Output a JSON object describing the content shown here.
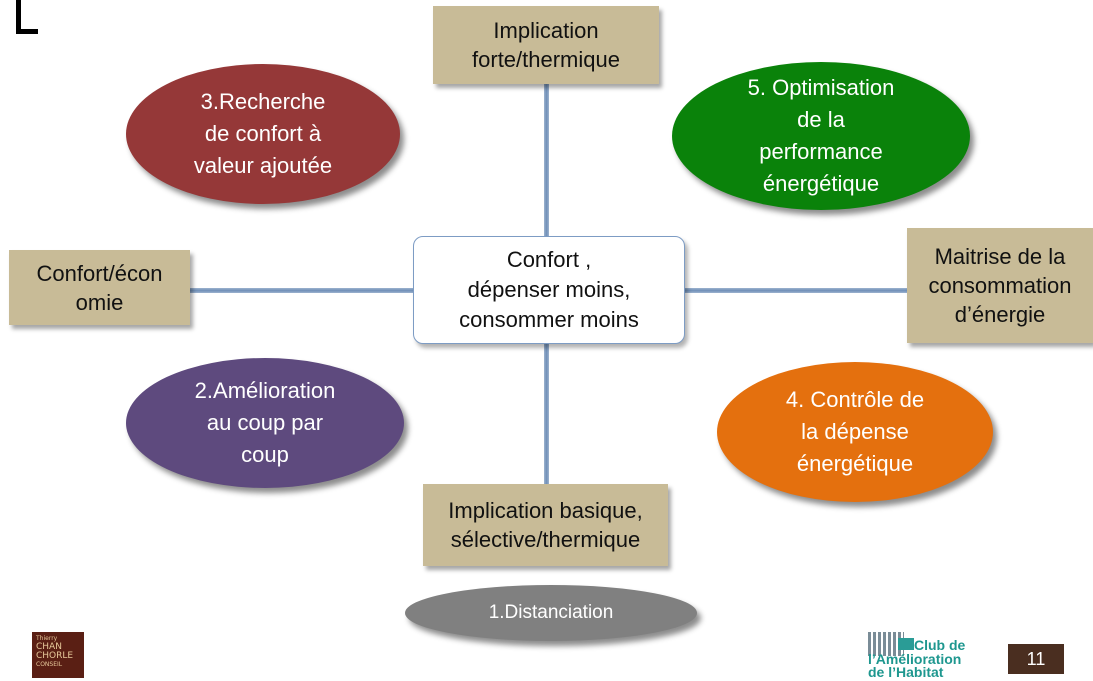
{
  "center": {
    "label": "Confort ,\ndépenser moins,\nconsommer moins"
  },
  "axes": {
    "top": "Implication\nforte/thermique",
    "bottom": "Implication basique,\nsélective/thermique",
    "left": "Confort/écon\nomie",
    "right": "Maitrise de la\nconsommation\nd’énergie"
  },
  "segments": [
    {
      "label": "1.Distanciation",
      "color": "#808080"
    },
    {
      "label": "2.Amélioration\nau coup par\ncoup",
      "color": "#5e4a7e"
    },
    {
      "label": "3.Recherche\nde confort à\nvaleur ajoutée",
      "color": "#953838"
    },
    {
      "label": "4. Contrôle de\nla dépense\nénergétique",
      "color": "#e4700e"
    },
    {
      "label": "5. Optimisation\nde la\nperformance\nénergétique",
      "color": "#0a820a"
    }
  ],
  "footer": {
    "logo_left": {
      "l1": "Thierry",
      "l2": "CHAN",
      "l3": "CHORLE",
      "l4": "CONSEIL"
    },
    "logo_right": {
      "l1": "Club de",
      "l2": "l’Amélioration",
      "l3": "de l’Habitat"
    },
    "page_number": "11"
  }
}
